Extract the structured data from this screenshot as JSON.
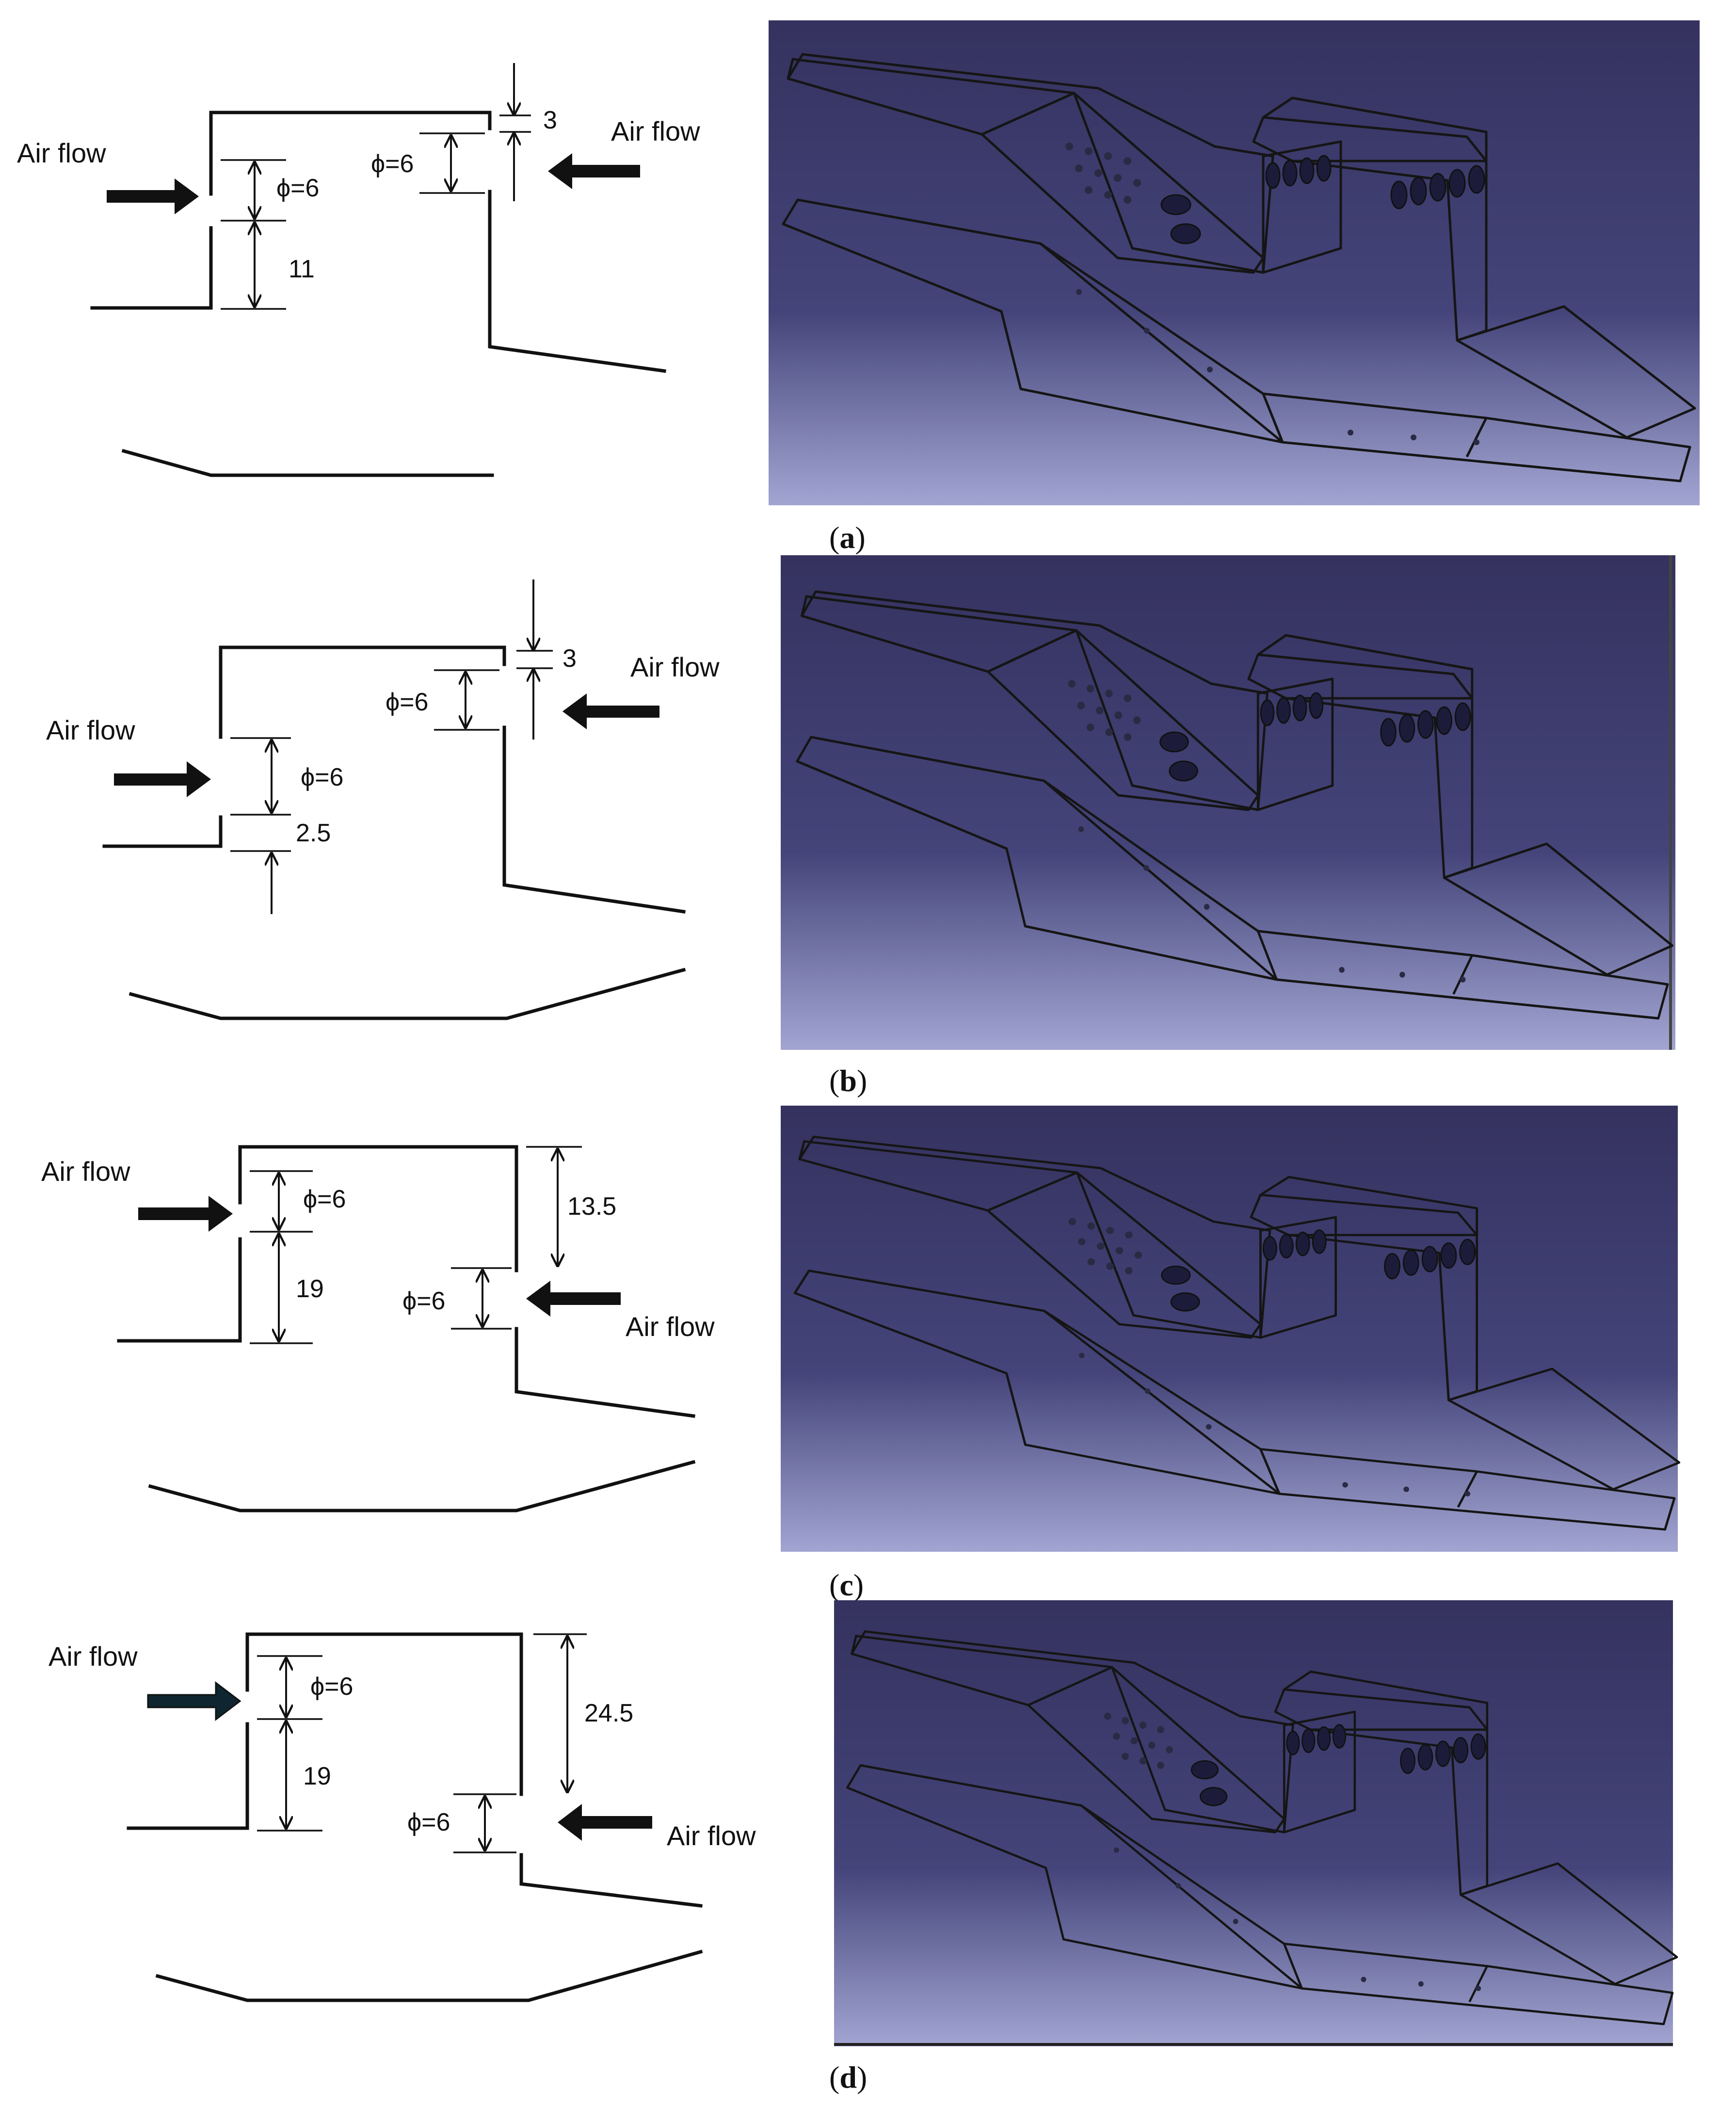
{
  "labels": {
    "air_flow": "Air flow",
    "phi": "ϕ=6"
  },
  "panels": [
    {
      "caption": "a",
      "dims": {
        "top_gap": "3",
        "bottom_gap": "11"
      }
    },
    {
      "caption": "b",
      "dims": {
        "top_gap": "3",
        "bottom_gap": "2.5"
      }
    },
    {
      "caption": "c",
      "dims": {
        "top_gap": "13.5",
        "bottom_gap": "19"
      }
    },
    {
      "caption": "d",
      "dims": {
        "top_gap": "24.5",
        "bottom_gap": "19"
      }
    }
  ],
  "colors": {
    "render_bg_top": "#3a3766",
    "render_bg_bottom": "#9a9ccc",
    "surface_light": "#ccd0ee",
    "surface_shadow": "#6c6e90"
  }
}
